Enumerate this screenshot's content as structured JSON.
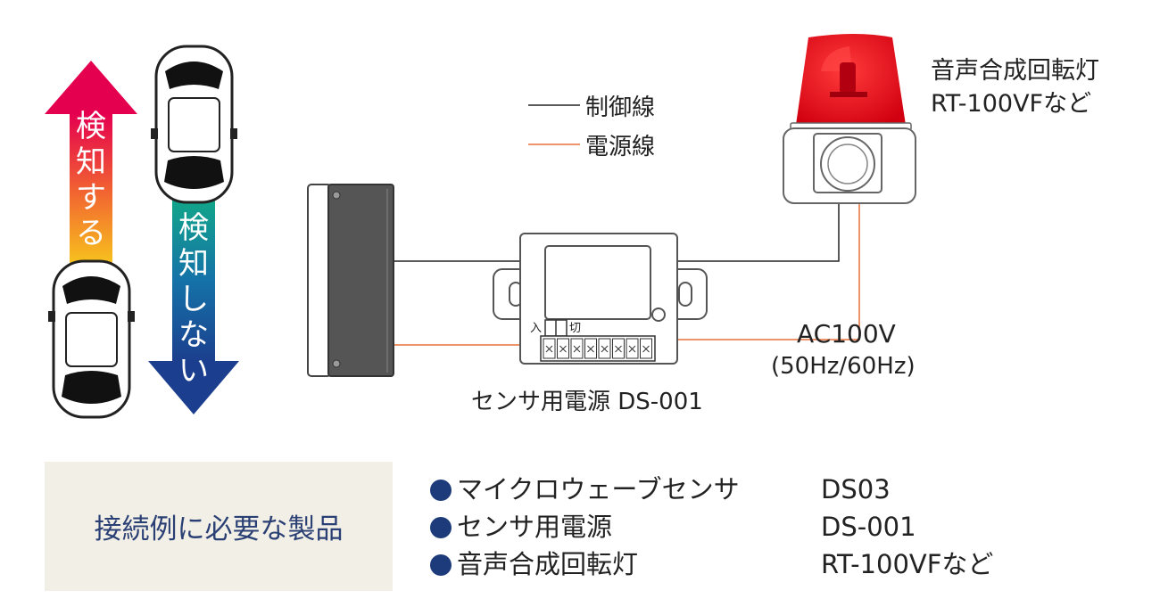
{
  "arrows": {
    "detect_label": "検\n知\nす\nる",
    "no_detect_label": "検\n知\nし\nな\nい"
  },
  "legend": {
    "control_line": "制御線",
    "power_line": "電源線"
  },
  "devices": {
    "rotating_light_name": "音声合成回転灯",
    "rotating_light_model": "RT-100VFなど",
    "power_unit_label": "センサ用電源 DS-001",
    "switch_on": "入",
    "switch_off": "切",
    "ac_voltage": "AC100V",
    "ac_frequency": "(50Hz/60Hz)"
  },
  "products": {
    "title": "接続例に必要な製品",
    "items": [
      {
        "name": "マイクロウェーブセンサ",
        "code": "DS03"
      },
      {
        "name": "センサ用電源",
        "code": "DS-001"
      },
      {
        "name": "音声合成回転灯",
        "code": "RT-100VFなど"
      }
    ]
  },
  "colors": {
    "control_line": "#222222",
    "power_line": "#e8703a",
    "bullet": "#1d3b7a",
    "panel_bg": "#f2efe6",
    "panel_text": "#2a3f74",
    "lamp_red": "#e60012"
  }
}
